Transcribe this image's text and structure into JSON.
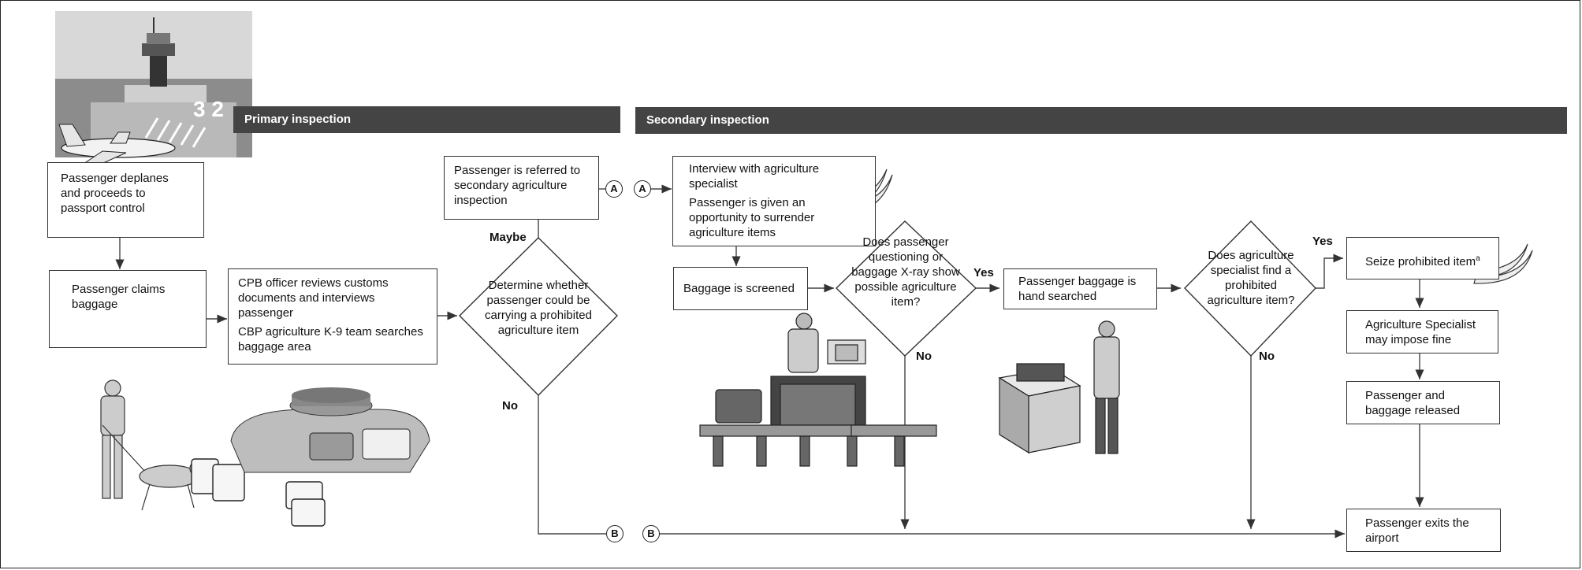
{
  "headers": {
    "primary": "Primary inspection",
    "secondary": "Secondary inspection"
  },
  "steps": {
    "deplane": "Passenger deplanes and proceeds to passport control",
    "claim": "Passenger claims baggage",
    "cbp_review": "CPB officer reviews customs documents and interviews passenger",
    "k9": "CBP agriculture K-9 team searches baggage area",
    "referred": "Passenger is referred to secondary agriculture inspection",
    "interview": "Interview with agriculture specialist",
    "surrender": "Passenger is given an opportunity to surrender agriculture items",
    "screened": "Baggage is screened",
    "hand_searched": "Passenger baggage is hand searched",
    "seize": "Seize prohibited item",
    "seize_note": "a",
    "fine": "Agriculture Specialist may impose fine",
    "released": "Passenger and baggage released",
    "exits": "Passenger exits the airport"
  },
  "decisions": {
    "determine": "Determine whether passenger could be carrying a prohibited agriculture item",
    "xray": "Does passenger questioning or baggage X-ray show possible agriculture item?",
    "find": "Does agriculture specialist find a prohibited agriculture item?"
  },
  "labels": {
    "maybe": "Maybe",
    "no": "No",
    "yes": "Yes"
  },
  "connectors": {
    "a": "A",
    "b": "B"
  },
  "icons": [
    "airport-tower-icon",
    "airplane-icon",
    "officer-with-dog-icon",
    "baggage-carousel-icon",
    "suitcase-icon",
    "bananas-icon",
    "xray-screening-station-icon",
    "hand-search-table-icon"
  ]
}
